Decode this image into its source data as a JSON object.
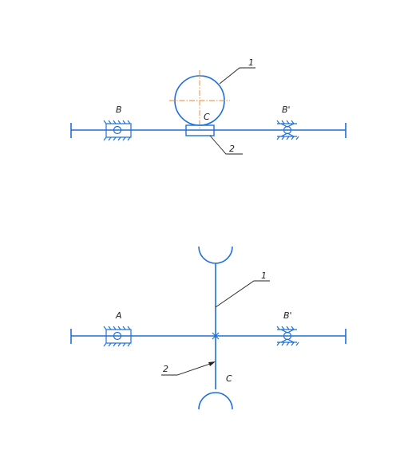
{
  "colors": {
    "line": "#1e6fd9",
    "centerline": "#e8862a",
    "text": "#222222"
  },
  "top_view": {
    "labels": {
      "left_support": "B",
      "right_support": "B'",
      "contact": "C",
      "wheel_num": "1",
      "block_num": "2"
    }
  },
  "bottom_view": {
    "labels": {
      "left_support": "A",
      "right_support": "B'",
      "contact": "C",
      "shaft_num": "1",
      "arrow_num": "2"
    }
  }
}
